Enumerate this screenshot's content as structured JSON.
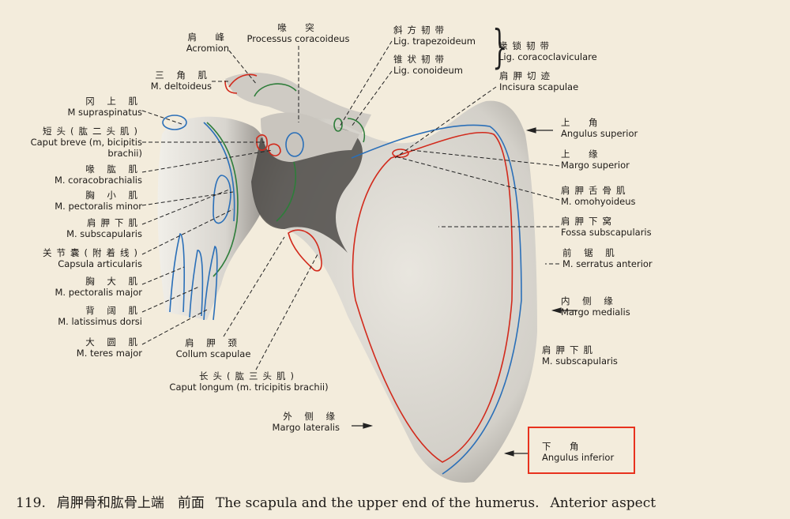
{
  "figure": {
    "number": "119.",
    "title_zh": "肩胛骨和肱骨上端　前面",
    "title_en": "The scapula and the upper end of the humerus.",
    "aspect_en": "Anterior aspect"
  },
  "labels": [
    {
      "zh": "肩　峰",
      "en": "Acromion"
    },
    {
      "zh": "喙　突",
      "en": "Processus coracoideus"
    },
    {
      "zh": "三 角 肌",
      "en": "M. deltoideus"
    },
    {
      "zh": "冈 上 肌",
      "en": "M supraspinatus"
    },
    {
      "zh": "短头(肱二头肌)",
      "en": "Caput breve (m, bicipitis",
      "en2": "brachii)"
    },
    {
      "zh": "喙 肱 肌",
      "en": "M. coracobrachialis"
    },
    {
      "zh": "胸 小 肌",
      "en": "M. pectoralis minor"
    },
    {
      "zh": "肩胛下肌",
      "en": "M. subscapularis"
    },
    {
      "zh": "关节囊(附着线)",
      "en": "Capsula articularis"
    },
    {
      "zh": "胸 大 肌",
      "en": "M. pectoralis major"
    },
    {
      "zh": "背 阔 肌",
      "en": "M. latissimus dorsi"
    },
    {
      "zh": "大 圆 肌",
      "en": "M. teres major"
    },
    {
      "zh": "肩 胛 颈",
      "en": "Collum scapulae"
    },
    {
      "zh": "长头(肱三头肌)",
      "en": "Caput longum (m. tricipitis brachii)"
    },
    {
      "zh": "斜方韧带",
      "en": "Lig. trapezoideum"
    },
    {
      "zh": "锥状韧带",
      "en": "Lig. conoideum"
    },
    {
      "zh": "喙锁韧带",
      "en": "Lig. coracoclaviculare"
    },
    {
      "zh": "肩胛切迹",
      "en": "Incisura scapulae"
    },
    {
      "zh": "上　角",
      "en": "Angulus superior"
    },
    {
      "zh": "上　缘",
      "en": "Margo superior"
    },
    {
      "zh": "肩胛舌骨肌",
      "en": "M. omohyoideus"
    },
    {
      "zh": "肩胛下窝",
      "en": "Fossa subscapularis"
    },
    {
      "zh": "前 锯 肌",
      "en": "M. serratus anterior"
    },
    {
      "zh": "内 侧 缘",
      "en": "Margo medialis"
    },
    {
      "zh": "肩胛下肌",
      "en": "M. subscapularis"
    },
    {
      "zh": "外 侧 缘",
      "en": "Margo lateralis"
    },
    {
      "zh": "下　角",
      "en": "Angulus inferior"
    }
  ],
  "colors": {
    "highlight": "#e8321e",
    "muscle_origin": "#d22a1c",
    "muscle_insertion": "#2a6fb8",
    "ligament": "#2e7d3a"
  }
}
